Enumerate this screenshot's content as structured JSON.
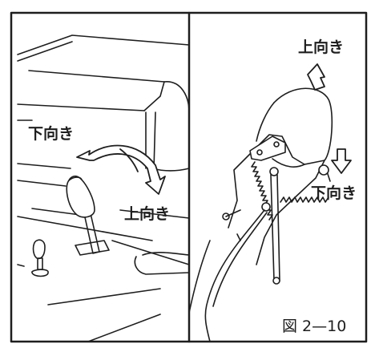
{
  "figure": {
    "labels": {
      "left_down": "下向き",
      "left_up": "上向き",
      "right_up": "上向き",
      "right_down": "下向き"
    },
    "caption": "図 2—10"
  },
  "colors": {
    "ink": "#1e1e1e",
    "paper": "#ffffff"
  }
}
